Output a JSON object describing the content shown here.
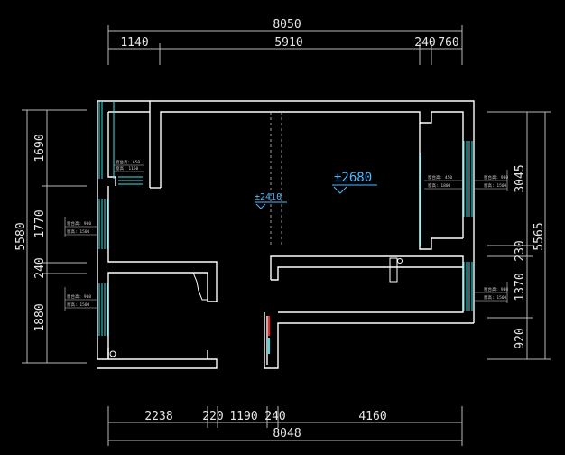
{
  "colors": {
    "background": "#000000",
    "walls": "#ffffff",
    "dimension_lines": "#b9b9b9",
    "window": "#3ee0e6",
    "level_text": "#4fb7ff",
    "axis_line": "#c9c9c9",
    "door_marker": "#ff0000"
  },
  "dimensions": {
    "top_total": "8050",
    "top_1": "1140",
    "top_2": "5910",
    "top_3": "240",
    "top_4": "760",
    "bottom_1": "2238",
    "bottom_2": "220",
    "bottom_3": "1190",
    "bottom_4": "240",
    "bottom_5": "4160",
    "bottom_total": "8048",
    "left_total": "5580",
    "left_1": "1690",
    "left_2": "1770",
    "left_3": "240",
    "left_4": "1880",
    "right_total": "5565",
    "right_1": "3045",
    "right_2": "230",
    "right_3": "1370",
    "right_4": "920"
  },
  "levels": {
    "main": "±2680",
    "secondary": "±2410"
  },
  "window_tags": {
    "w1_line1": "窗台高: 650",
    "w1_line2": "窗高: 1150",
    "w2_line1": "窗台高: 900",
    "w2_line2": "窗高: 1500",
    "w3_line1": "窗台高: 900",
    "w3_line2": "窗高: 1500",
    "w4_line1": "窗台高: 450",
    "w4_line2": "窗高: 1800",
    "w5_line1": "窗台高: 900",
    "w5_line2": "窗高: 1500"
  }
}
